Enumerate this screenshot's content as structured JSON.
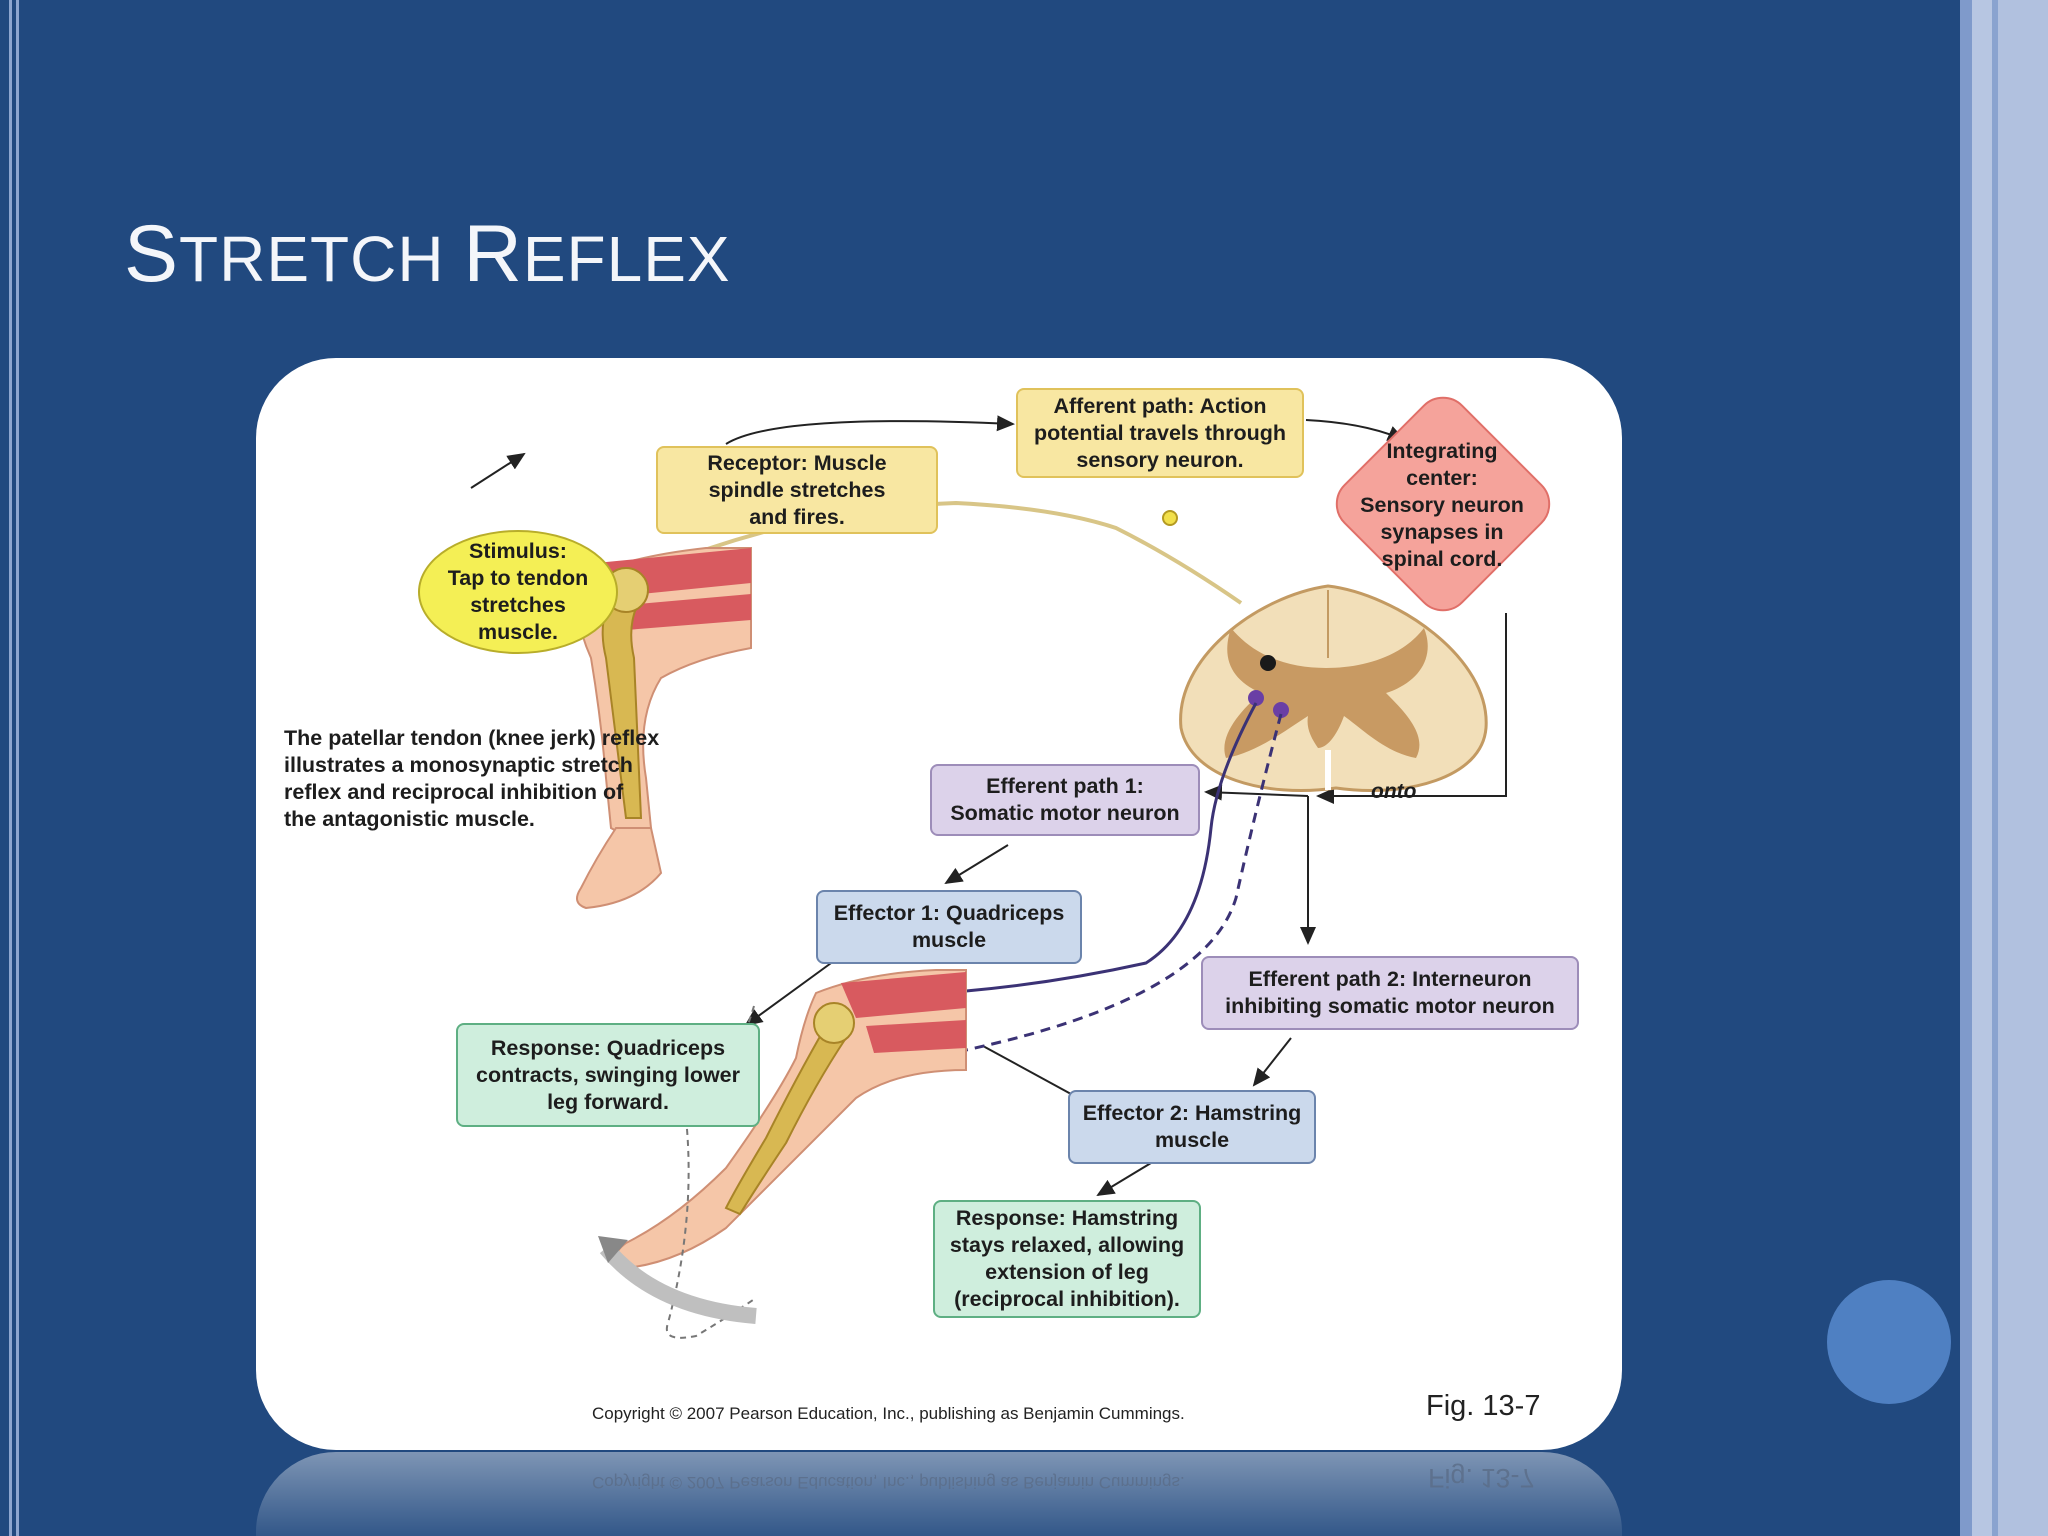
{
  "slide": {
    "title_first": "S",
    "title_rest1": "TRETCH ",
    "title_second": "R",
    "title_rest2": "EFLEX",
    "colors": {
      "background": "#21497f",
      "accent_circle": "#4f80c2",
      "panel": "#ffffff"
    }
  },
  "diagram": {
    "stimulus": "Stimulus:\nTap to tendon\nstretches\nmuscle.",
    "receptor": "Receptor: Muscle\nspindle stretches\nand fires.",
    "afferent": "Afferent path: Action\npotential travels through\nsensory neuron.",
    "integrating": "Integrating\ncenter:\nSensory neuron\nsynapses in\nspinal cord.",
    "caption": "The patellar tendon (knee jerk) reflex\nillustrates a monosynaptic stretch\nreflex and reciprocal inhibition of\nthe antagonistic muscle.",
    "efferent1": "Efferent path 1:\nSomatic motor neuron",
    "onto_label": "onto",
    "effector1": "Effector 1: Quadriceps\nmuscle",
    "efferent2": "Efferent path 2: Interneuron\ninhibiting somatic motor neuron",
    "response1": "Response: Quadriceps\ncontracts, swinging lower\nleg forward.",
    "effector2": "Effector 2: Hamstring\nmuscle",
    "response2": "Response: Hamstring\nstays relaxed, allowing\nextension of leg\n(reciprocal inhibition).",
    "copyright": "Copyright © 2007 Pearson Education, Inc., publishing as Benjamin Cummings.",
    "figure_label": "Fig. 13-7"
  }
}
